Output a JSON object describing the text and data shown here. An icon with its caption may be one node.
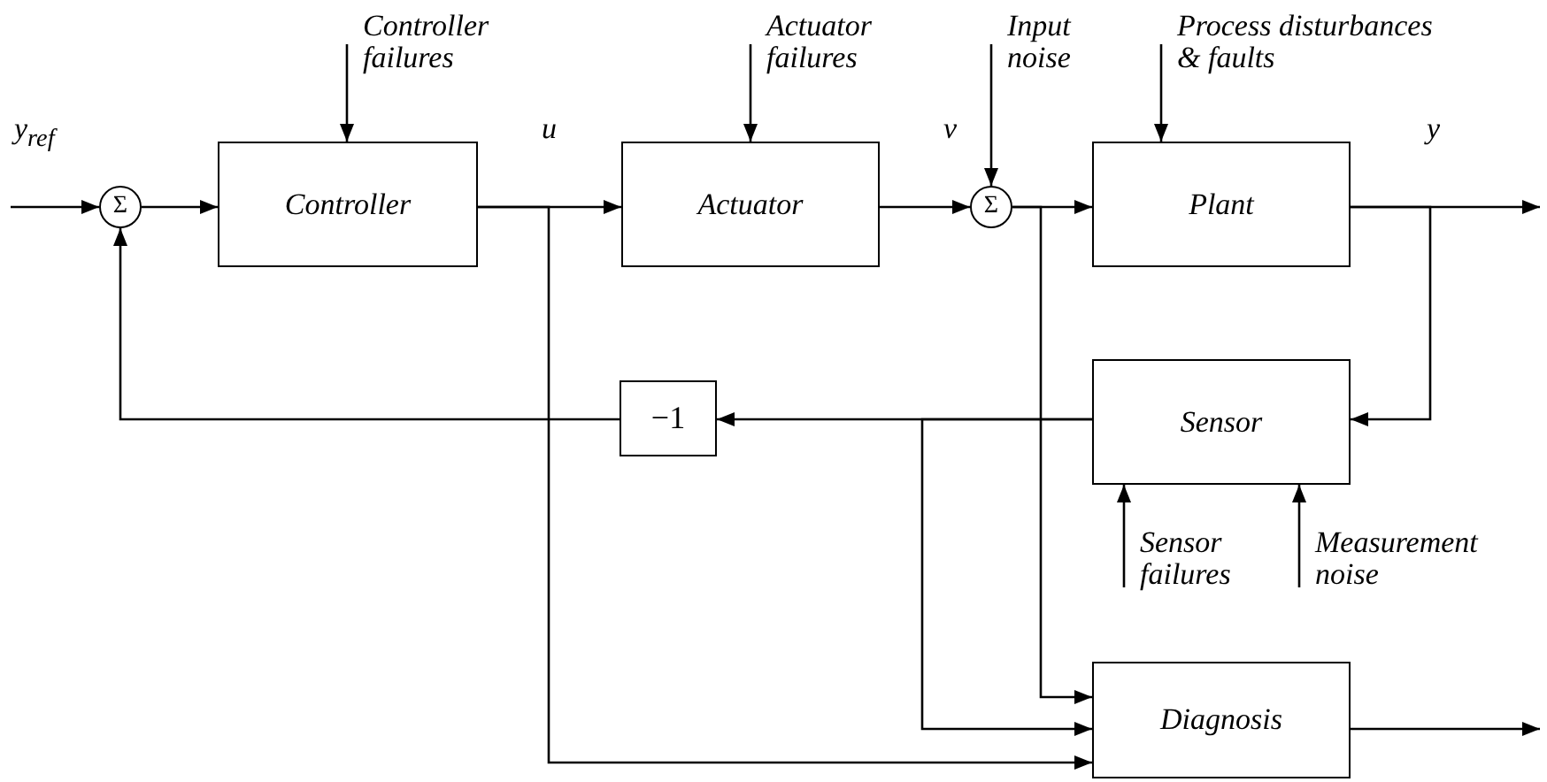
{
  "diagram": {
    "nodes": [
      {
        "text": [
          "Σ"
        ]
      },
      {
        "text": [
          "Controller"
        ]
      },
      {
        "text": [
          "Actuator"
        ]
      },
      {
        "text": [
          "Σ"
        ]
      },
      {
        "text": [
          "Plant"
        ]
      },
      {
        "text": [
          "Sensor"
        ]
      },
      {
        "text": [
          "−1"
        ]
      },
      {
        "text": [
          "Diagnosis"
        ]
      },
      {
        "text": [
          "Controller failures"
        ]
      },
      {
        "text": [
          "Actuator failures"
        ]
      },
      {
        "text": [
          "Input noise"
        ]
      },
      {
        "text": [
          "Process disturbances & faults"
        ]
      },
      {
        "text": [
          "Sensor failures"
        ]
      },
      {
        "text": [
          "Measurement noise"
        ]
      }
    ],
    "edges": [
      {
        "from": null,
        "to": 0,
        "arrow": "to",
        "label": "y$_{ref}$"
      },
      {
        "from": 0,
        "to": 1,
        "arrow": "to"
      },
      {
        "from": 1,
        "to": 2,
        "arrow": "to",
        "label": "u"
      },
      {
        "from": 2,
        "to": 3,
        "arrow": "to",
        "label": "v"
      },
      {
        "from": 3,
        "to": 4,
        "arrow": "to"
      },
      {
        "from": 4,
        "to": null,
        "arrow": "to",
        "label": "y"
      },
      {
        "from": 4,
        "to": 5,
        "arrow": "to"
      },
      {
        "from": 5,
        "to": 6,
        "arrow": "to"
      },
      {
        "from": 6,
        "to": 0,
        "arrow": "to"
      },
      {
        "from": 1,
        "to": 7,
        "arrow": "to"
      },
      {
        "from": 3,
        "to": 7,
        "arrow": "to"
      },
      {
        "from": 5,
        "to": 7,
        "arrow": "to"
      },
      {
        "from": 7,
        "to": null,
        "arrow": "to"
      },
      {
        "from": 8,
        "to": 1,
        "arrow": "to"
      },
      {
        "from": 9,
        "to": 2,
        "arrow": "to"
      },
      {
        "from": 10,
        "to": 3,
        "arrow": "to"
      },
      {
        "from": 11,
        "to": 4,
        "arrow": "to"
      },
      {
        "from": 12,
        "to": 5,
        "arrow": "to"
      },
      {
        "from": 13,
        "to": 5,
        "arrow": "to"
      }
    ]
  }
}
